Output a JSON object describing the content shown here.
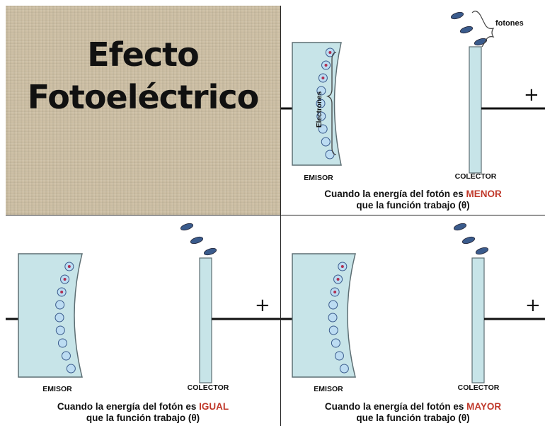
{
  "title": {
    "line1": "Efecto",
    "line2": "Fotoeléctrico"
  },
  "labels": {
    "emisor": "EMISOR",
    "colector": "COLECTOR",
    "electrones": "Electrones",
    "fotones": "fotones",
    "plus": "+"
  },
  "panels": [
    {
      "caption_prefix": "Cuando la energía del fotón es ",
      "caption_highlight": "MENOR",
      "caption_line2": "que la función trabajo (θ)"
    },
    {
      "caption_prefix": "Cuando la energía del fotón es ",
      "caption_highlight": "IGUAL",
      "caption_line2": "que la función trabajo (θ)"
    },
    {
      "caption_prefix": "Cuando la energía del fotón es ",
      "caption_highlight": "MAYOR",
      "caption_line2": "que la función trabajo (θ)"
    }
  ],
  "colors": {
    "plate": "#c7e4e8",
    "plate_stroke": "#5d6e73",
    "electron": "#bcdcf2",
    "electron_stroke": "#3a5b8c",
    "highlight": "#c0392b",
    "title_bg": "#cdbfa4"
  }
}
